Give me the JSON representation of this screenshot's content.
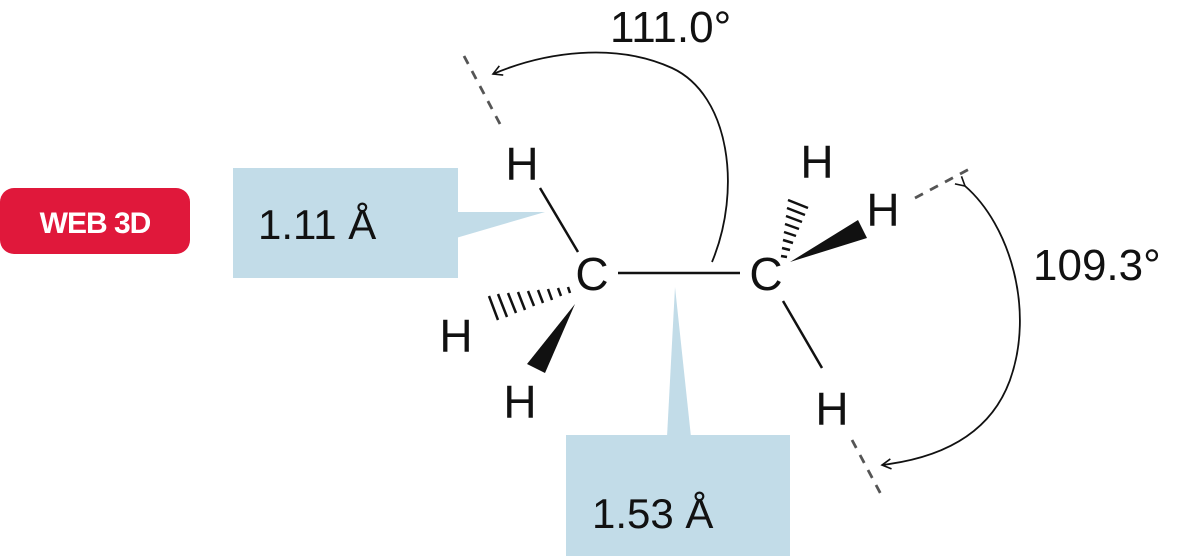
{
  "badge": {
    "label": "WEB 3D",
    "color": "#e0183b"
  },
  "atoms": {
    "carbon_left": "C",
    "carbon_right": "C",
    "h_left_top": "H",
    "h_left_hashed": "H",
    "h_left_wedge": "H",
    "h_right_hashed": "H",
    "h_right_wedge": "H",
    "h_right_bottom": "H"
  },
  "annotations": {
    "ch_bond_length": "1.11 Å",
    "cc_bond_length": "1.53 Å",
    "hcc_angle": "111.0°",
    "hch_angle": "109.3°"
  },
  "colors": {
    "callout_fill": "#c2dce8",
    "ink": "#111111",
    "guide": "#555555"
  }
}
